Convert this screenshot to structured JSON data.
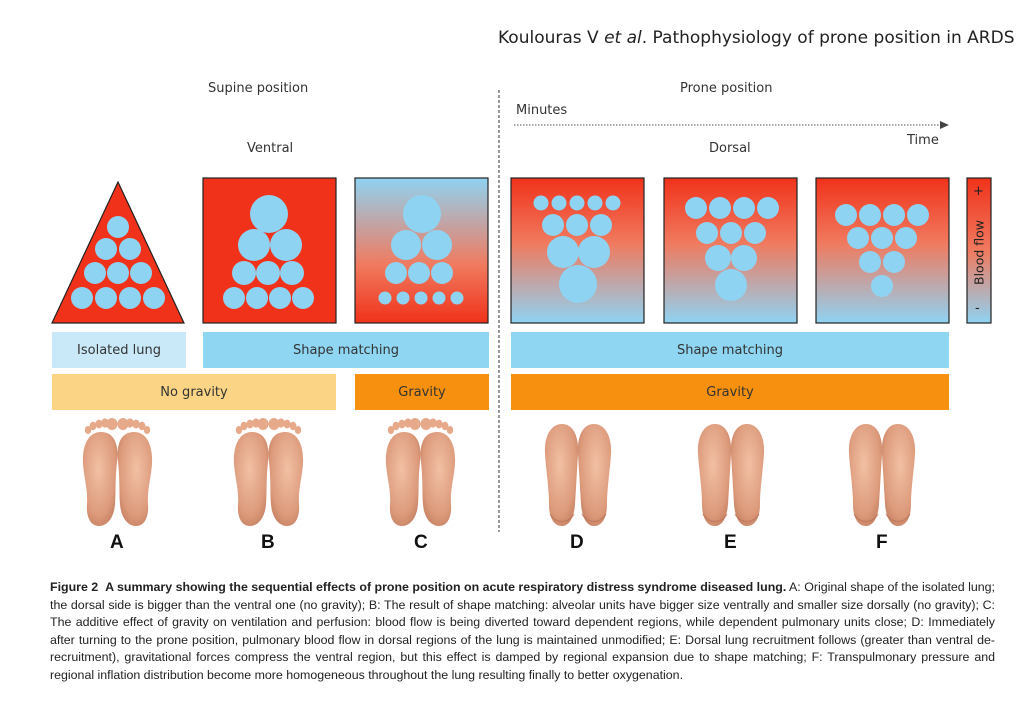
{
  "header": {
    "authors_prefix": "Koulouras V ",
    "authors_italic": "et al",
    "title_suffix": ". Pathophysiology of prone position in ARDS"
  },
  "labels": {
    "supine": "Supine position",
    "prone": "Prone position",
    "ventral": "Ventral",
    "dorsal": "Dorsal",
    "minutes": "Minutes",
    "time": "Time",
    "blood_flow": "Blood flow",
    "plus": "+",
    "minus": "-"
  },
  "bars": {
    "isolated_lung": "Isolated lung",
    "shape_matching_left": "Shape matching",
    "shape_matching_right": "Shape matching",
    "no_gravity": "No gravity",
    "gravity_c": "Gravity",
    "gravity_right": "Gravity"
  },
  "panels": [
    "A",
    "B",
    "C",
    "D",
    "E",
    "F"
  ],
  "colors": {
    "lung_red": "#f0321a",
    "alveoli_blue": "#8fd3f2",
    "bar_blue_light": "#c9e9f8",
    "bar_blue": "#8fd6f2",
    "bar_yellow": "#fbd585",
    "bar_orange": "#f7900e",
    "foot_skin": "#e3a283"
  },
  "caption": {
    "figure_label": "Figure 2",
    "bold_title": "A summary showing the sequential effects of prone position on acute respiratory distress syndrome diseased lung.",
    "text": " A: Original shape of the isolated lung; the dorsal side is bigger than the ventral one (no gravity); B: The result of shape matching: alveolar units have bigger size ventrally and smaller size dorsally (no gravity); C: The additive effect of gravity on ventilation and perfusion: blood flow is being diverted toward dependent regions, while dependent pulmonary units close; D: Immediately after turning to the prone position, pulmonary blood flow in dorsal regions of the lung is maintained unmodified; E: Dorsal lung recruitment follows (greater than ventral de-recruitment), gravitational forces compress the ventral region, but this effect is damped by regional expansion due to shape matching; F: Transpulmonary pressure and regional inflation distribution become more homogeneous throughout the lung resulting finally to better oxygenation."
  }
}
